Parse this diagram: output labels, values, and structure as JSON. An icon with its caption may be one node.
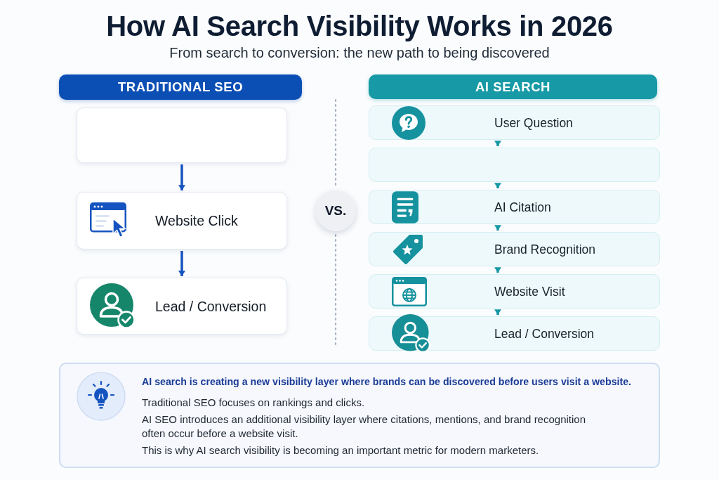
{
  "diagram": {
    "title": "How AI Search Visibility Works in 2026",
    "nodes": [
      {
        "text": [
          "TRADITIONAL SEO"
        ]
      },
      {
        "text": [],
        "shape": "box"
      },
      {
        "text": [
          "Website Click"
        ]
      },
      {
        "text": [
          "Lead / Conversion"
        ]
      },
      {
        "text": [
          "VS."
        ]
      },
      {
        "text": [
          "AI SEARCH"
        ]
      },
      {
        "text": [
          "User Question"
        ]
      },
      {
        "text": [],
        "shape": "box"
      },
      {
        "text": [
          "AI Citation"
        ]
      },
      {
        "text": [
          "Brand Recognition"
        ]
      },
      {
        "text": [
          "Website Visit"
        ]
      },
      {
        "text": [
          "Lead / Conversion"
        ]
      },
      {
        "text": [
          "AI search is creating a new visibility layer where brands can be discovered before users visit a website.",
          "Traditional SEO focuses on rankings and clicks.",
          "AI SEO introduces an additional visibility layer where citations, mentions, and brand recognition often occur before a website visit.",
          "This is why AI search visibility is becoming an important metric for modern marketers."
        ]
      }
    ],
    "edges": [
      {
        "from": 1,
        "to": 2,
        "arrow": "to",
        "color": "#1553c0"
      },
      {
        "from": 2,
        "to": 3,
        "arrow": "to",
        "color": "#1553c0"
      },
      {
        "from": 6,
        "to": 7,
        "arrow": "to"
      },
      {
        "from": 7,
        "to": 8,
        "arrow": "to"
      },
      {
        "from": 8,
        "to": 9,
        "arrow": "to"
      },
      {
        "from": 9,
        "to": 10,
        "arrow": "to"
      },
      {
        "from": 10,
        "to": 11,
        "arrow": "to"
      }
    ],
    "labels": [
      "From search to conversion: the new path to being discovered"
    ]
  }
}
